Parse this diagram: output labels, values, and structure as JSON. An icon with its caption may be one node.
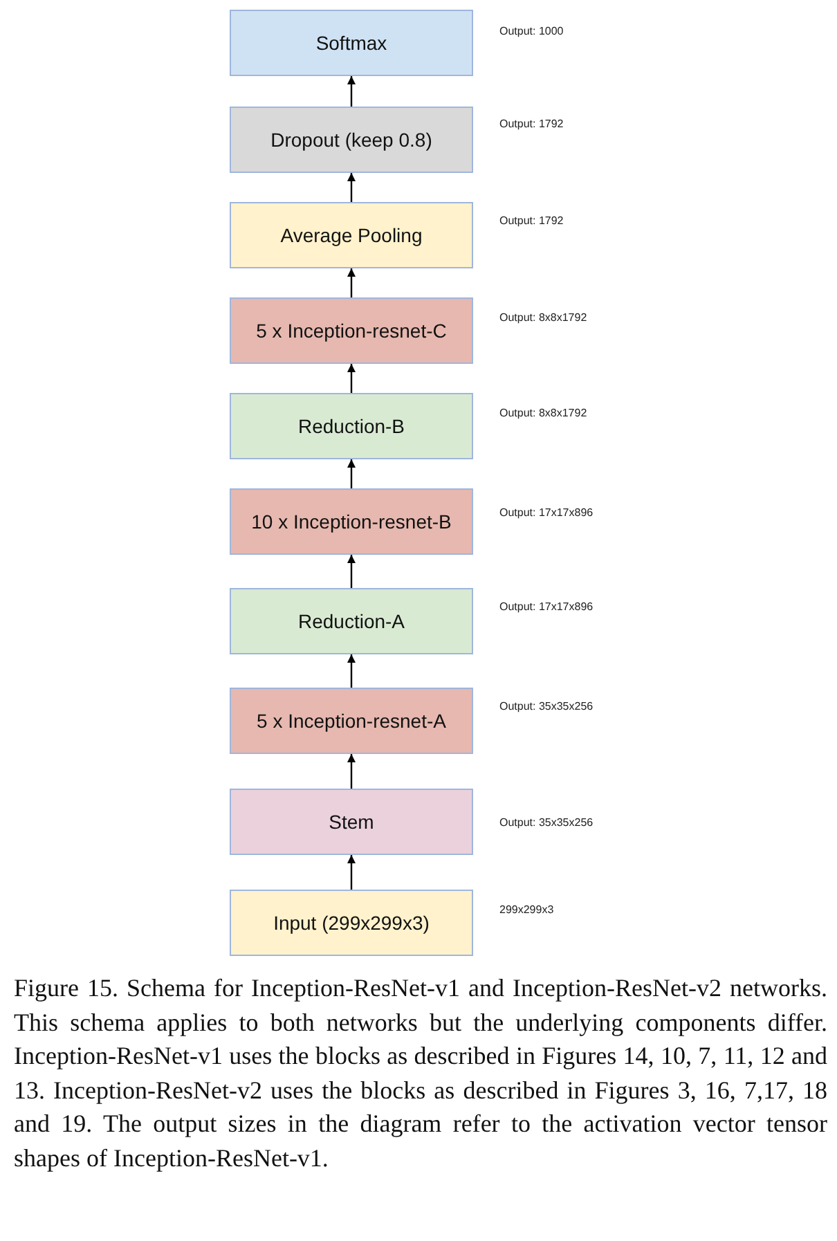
{
  "diagram": {
    "caption": "Figure 15. Schema for Inception-ResNet-v1 and Inception-ResNet-v2 networks. This schema applies to both networks but the underlying components differ. Inception-ResNet-v1 uses the blocks as described in Figures 14, 10, 7, 11, 12 and 13. Inception-ResNet-v2 uses the blocks as described in Figures 3, 16, 7,17, 18 and 19. The output sizes in the diagram refer to the activation vector tensor shapes of Inception-ResNet-v1.",
    "nodes": [
      {
        "text": [
          "Softmax"
        ],
        "beside": [
          "Output: 1000"
        ]
      },
      {
        "text": [
          "Dropout (keep 0.8)"
        ],
        "beside": [
          "Output: 1792"
        ]
      },
      {
        "text": [
          "Average Pooling"
        ],
        "beside": [
          "Output: 1792"
        ]
      },
      {
        "text": [
          "5 x Inception-resnet-C"
        ],
        "beside": [
          "Output: 8x8x1792"
        ]
      },
      {
        "text": [
          "Reduction-B"
        ],
        "beside": [
          "Output: 8x8x1792"
        ]
      },
      {
        "text": [
          "10 x Inception-resnet-B"
        ],
        "beside": [
          "Output: 17x17x896"
        ]
      },
      {
        "text": [
          "Reduction-A"
        ],
        "beside": [
          "Output: 17x17x896"
        ]
      },
      {
        "text": [
          "5 x Inception-resnet-A"
        ],
        "beside": [
          "Output: 35x35x256"
        ]
      },
      {
        "text": [
          "Stem"
        ],
        "beside": [
          "Output: 35x35x256"
        ]
      },
      {
        "text": [
          "Input (299x299x3)"
        ],
        "beside": [
          "299x299x3"
        ]
      }
    ],
    "edges": [
      {
        "from": 1,
        "to": 0,
        "arrow": "to"
      },
      {
        "from": 2,
        "to": 1,
        "arrow": "to"
      },
      {
        "from": 3,
        "to": 2,
        "arrow": "to"
      },
      {
        "from": 4,
        "to": 3,
        "arrow": "to"
      },
      {
        "from": 5,
        "to": 4,
        "arrow": "to"
      },
      {
        "from": 6,
        "to": 5,
        "arrow": "to"
      },
      {
        "from": 7,
        "to": 6,
        "arrow": "to"
      },
      {
        "from": 8,
        "to": 7,
        "arrow": "to"
      },
      {
        "from": 9,
        "to": 8,
        "arrow": "to"
      }
    ]
  }
}
